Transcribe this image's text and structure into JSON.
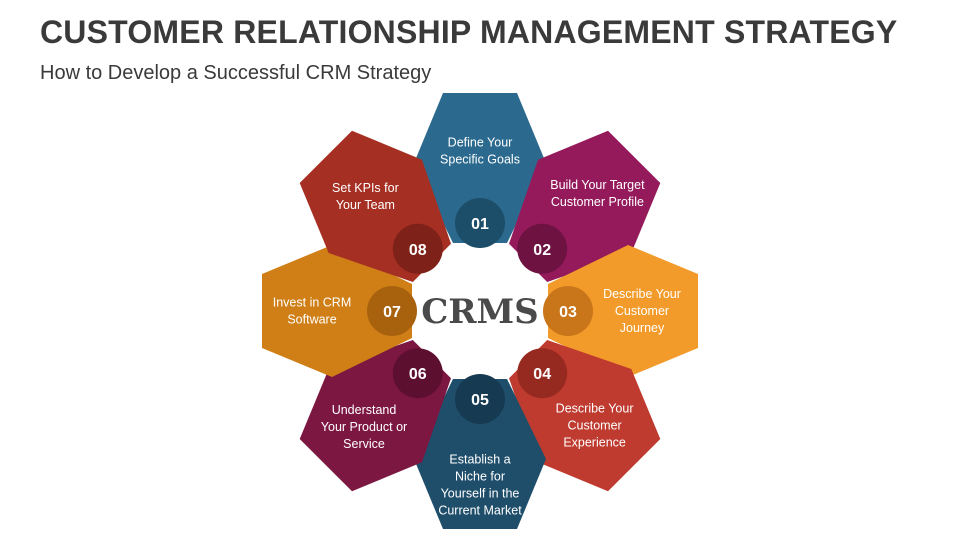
{
  "title": "CUSTOMER RELATIONSHIP MANAGEMENT STRATEGY",
  "subtitle": "How to Develop a Successful CRM Strategy",
  "center_label": "CRMS",
  "steps": [
    {
      "number": "01",
      "lines": [
        "Define Your",
        "Specific Goals"
      ],
      "color": "#2b6a8e",
      "dark": "#1c4d69"
    },
    {
      "number": "02",
      "lines": [
        "Build Your Target",
        "Customer Profile"
      ],
      "color": "#941a5c",
      "dark": "#6e1242"
    },
    {
      "number": "03",
      "lines": [
        "Describe Your",
        "Customer",
        "Journey"
      ],
      "color": "#f29b2a",
      "dark": "#c9761a"
    },
    {
      "number": "04",
      "lines": [
        "Describe Your",
        "Customer",
        "Experience"
      ],
      "color": "#bf3a2f",
      "dark": "#962a21"
    },
    {
      "number": "05",
      "lines": [
        "Establish a",
        "Niche for",
        "Yourself in the",
        "Current Market"
      ],
      "color": "#1f4e6b",
      "dark": "#163a51"
    },
    {
      "number": "06",
      "lines": [
        "Understand",
        "Your Product or",
        "Service"
      ],
      "color": "#7c1742",
      "dark": "#5d0f30"
    },
    {
      "number": "07",
      "lines": [
        "Invest in CRM",
        "Software"
      ],
      "color": "#cf7f16",
      "dark": "#a8620e"
    },
    {
      "number": "08",
      "lines": [
        "Set KPIs for",
        "Your Team"
      ],
      "color": "#a52f22",
      "dark": "#7e2118"
    }
  ]
}
